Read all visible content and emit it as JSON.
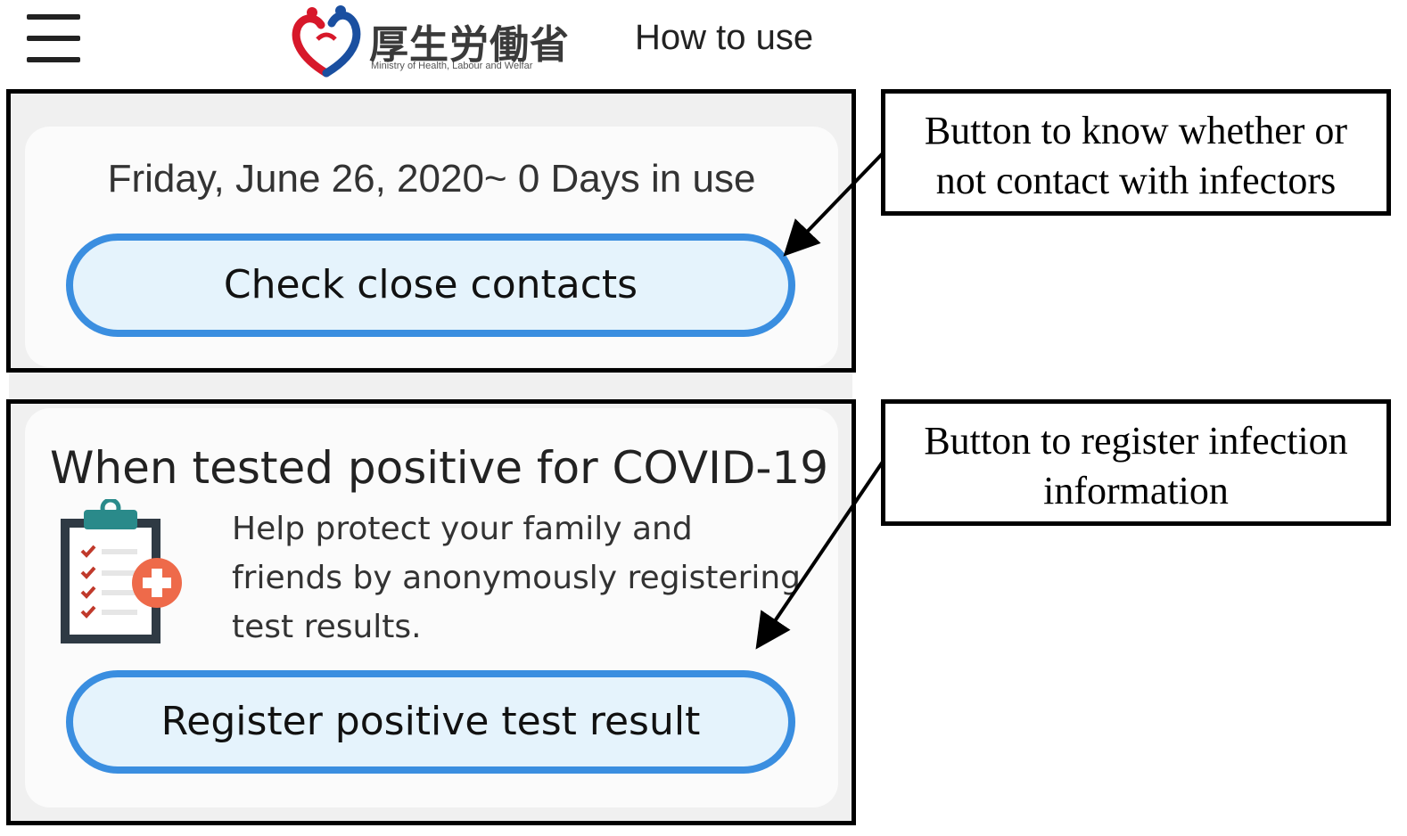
{
  "header": {
    "logo_jp": "厚生労働省",
    "logo_en": "Ministry of Health, Labour and Welfar",
    "how_to_use": "How to use"
  },
  "contact_card": {
    "date_text": "Friday, June 26, 2020~ 0 Days in use",
    "button_label": "Check close contacts"
  },
  "positive_card": {
    "title": "When tested positive for COVID-19",
    "description": "Help protect your family and friends by anonymously registering test results.",
    "button_label": "Register positive test result"
  },
  "callouts": {
    "contact_line1": "Button to know whether or",
    "contact_line2": "not contact with infectors",
    "register_line1": "Button to register infection",
    "register_line2": "information"
  },
  "colors": {
    "button_border": "#3a8ee0",
    "button_fill": "#e5f3fc",
    "logo_red": "#d7182a",
    "logo_blue": "#1a4fa0",
    "clipboard_teal": "#2a8a8a",
    "plus_orange": "#ee6a4a"
  }
}
